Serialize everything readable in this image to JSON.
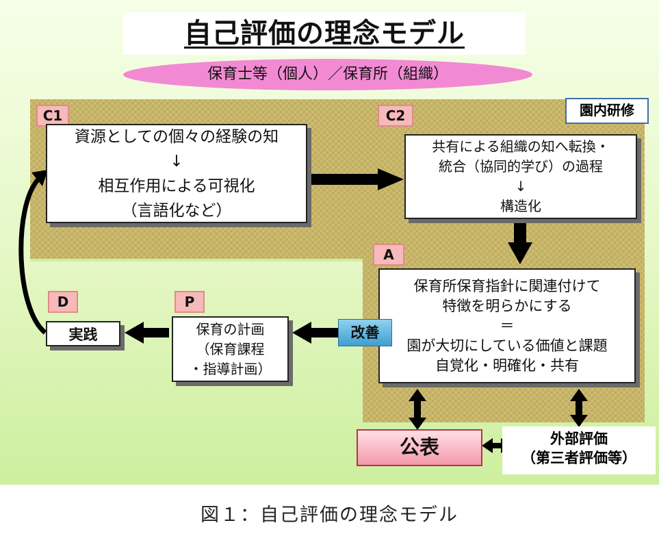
{
  "title": "自己評価の理念モデル",
  "subtitle": "保育士等（個人）／保育所（組織）",
  "zone_label": "園内研修",
  "c1": {
    "tag": "C1",
    "lines": [
      "資源としての個々の経験の知",
      "↓",
      "相互作用による可視化",
      "（言語化など）"
    ]
  },
  "c2": {
    "tag": "C2",
    "lines": [
      "共有による組織の知へ転換・",
      "統合（協同的学び）の過程",
      "↓",
      "構造化"
    ]
  },
  "a": {
    "tag": "A",
    "lines": [
      "保育所保育指針に関連付けて",
      "特徴を明らかにする",
      "＝",
      "園が大切にしている価値と課題",
      "自覚化・明確化・共有"
    ]
  },
  "p": {
    "tag": "P",
    "lines": [
      "保育の計画",
      "（保育課程",
      "・指導計画）"
    ]
  },
  "d": {
    "tag": "D",
    "label": "実践"
  },
  "improve_label": "改善",
  "public_label": "公表",
  "external": {
    "lines": [
      "外部評価",
      "（第三者評価等）"
    ]
  },
  "caption": "図１：自己評価の理念モデル"
}
